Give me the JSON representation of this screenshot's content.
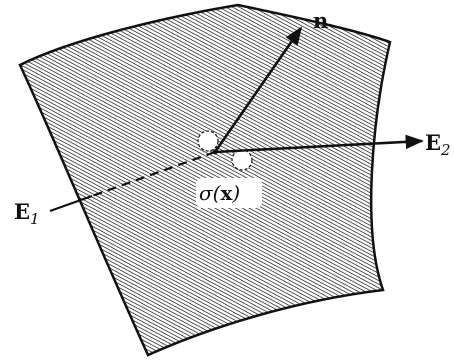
{
  "diagram": {
    "labels": {
      "normal": "n",
      "e1_base": "E",
      "e1_sub": "1",
      "e2_base": "E",
      "e2_sub": "2",
      "sigma": "σ",
      "sigma_arg_open": "(",
      "sigma_arg": "x",
      "sigma_arg_close": ")"
    },
    "colors": {
      "ink": "#111111",
      "surface_fill": "#ffffff",
      "hatch": "#222222"
    }
  }
}
